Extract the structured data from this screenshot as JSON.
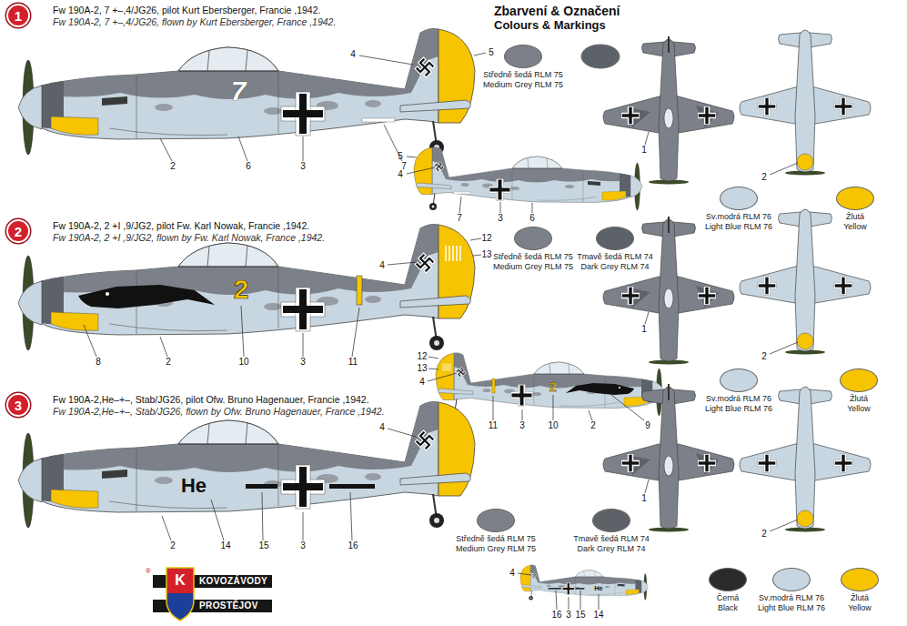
{
  "diagram": {
    "title": "Zbarvení & Označení",
    "nodes": [
      {
        "text": [
          "1"
        ]
      },
      {
        "text": [
          "2"
        ]
      },
      {
        "text": [
          "3"
        ]
      },
      {
        "text": [
          "KOVOZÁVODY",
          "PROSTĚJOV"
        ]
      }
    ],
    "labels": [
      "Colours & Markings",
      "Fw 190A-2, 7 +–,4/JG26, pilot Kurt Ebersberger, Francie ,1942.",
      "Fw 190A-2, 7 +–,4/JG26, flown by Kurt Ebersberger, France ,1942.",
      "7",
      "4",
      "5",
      "2",
      "6",
      "3",
      "7",
      "5",
      "4",
      "7",
      "3",
      "6",
      "1",
      "2",
      "Fw 190A-2, 2 +I ,9/JG2, pilot Fw. Karl Nowak, Francie ,1942.",
      "Fw 190A-2, 2 +I ,9/JG2, flown by Fw. Karl Nowak, France ,1942.",
      "2",
      "12",
      "13",
      "4",
      "8",
      "2",
      "10",
      "3",
      "11",
      "2",
      "12",
      "13",
      "4",
      "11",
      "3",
      "10",
      "2",
      "9",
      "1",
      "2",
      "Fw 190A-2,He–+–, Stab/JG26, pilot Ofw. Bruno Hagenauer, Francie ,1942.",
      "Fw 190A-2,He–+–, Stab/JG26, flown by Ofw. Bruno Hagenauer, France ,1942.",
      "He",
      "4",
      "2",
      "14",
      "15",
      "3",
      "16",
      "He",
      "4",
      "16",
      "3",
      "15",
      "14",
      "1",
      "2",
      "®",
      "K"
    ],
    "legend": [
      {
        "text": "Středně šedá RLM 75 Medium Grey RLM 75",
        "color": "#7c8189"
      },
      {
        "text": "Sv.modrá RLM 76 Light Blue RLM 76",
        "color": "#c7d6e0"
      },
      {
        "text": "Žlutá Yellow",
        "color": "#f6c400"
      },
      {
        "text": "Středně šedá RLM 75 Medium Grey RLM 75",
        "color": "#7c8189"
      },
      {
        "text": "Tmavě šedá RLM 74 Dark Grey RLM 74",
        "color": "#5d6269"
      },
      {
        "text": "Sv.modrá RLM 76 Light Blue RLM 76",
        "color": "#c7d6e0"
      },
      {
        "text": "Žlutá Yellow",
        "color": "#f6c400"
      },
      {
        "text": "Středně šedá RLM 75 Medium Grey RLM 75",
        "color": "#7c8189"
      },
      {
        "text": "Tmavě šedá RLM 74 Dark Grey RLM 74",
        "color": "#5d6269"
      },
      {
        "text": "Černá Black",
        "color": "#2b2b2b"
      },
      {
        "text": "Sv.modrá RLM 76 Light Blue RLM 76",
        "color": "#c7d6e0"
      },
      {
        "text": "Žlutá Yellow",
        "color": "#f6c400"
      }
    ]
  }
}
